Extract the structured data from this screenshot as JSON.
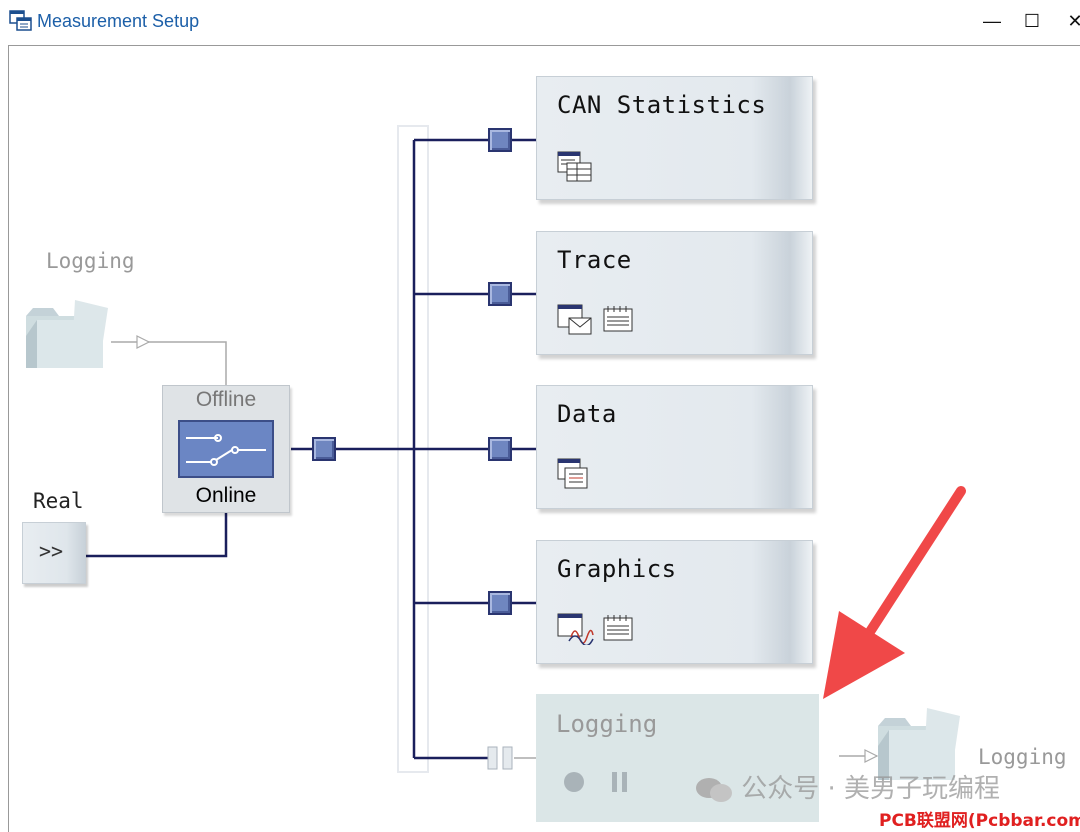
{
  "window": {
    "title": "Measurement Setup",
    "minimize": "—",
    "maximize": "☐",
    "close": "✕"
  },
  "sources": {
    "logging_label": "Logging",
    "real_label": "Real",
    "real_button": ">>"
  },
  "switch": {
    "offline": "Offline",
    "online": "Online"
  },
  "blocks": [
    {
      "title": "CAN Statistics",
      "icons": [
        "statistics-table-icon"
      ]
    },
    {
      "title": "Trace",
      "icons": [
        "trace-window-icon",
        "notepad-icon"
      ]
    },
    {
      "title": "Data",
      "icons": [
        "data-window-icon"
      ]
    },
    {
      "title": "Graphics",
      "icons": [
        "graphics-window-icon",
        "notepad-icon"
      ]
    },
    {
      "title": "Logging",
      "icons": [
        "record-icon",
        "pause-icon"
      ],
      "disabled": true
    }
  ],
  "output": {
    "logging_label": "Logging"
  },
  "watermark": {
    "text": "公众号 · 美男子玩编程",
    "corner": "PCB联盟网(Pcbbar.com)"
  },
  "colors": {
    "line": "#1a1f5c",
    "block_bg": "#e3e9ee",
    "port": "#6f86c0",
    "arrow": "#f04848",
    "title": "#1c5fa8"
  }
}
